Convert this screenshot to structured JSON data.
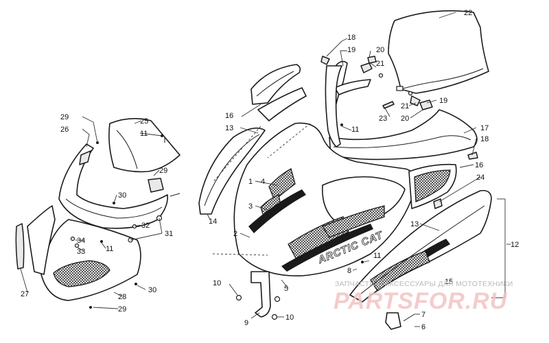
{
  "diagram": {
    "callouts": [
      {
        "id": "c22",
        "label": "22"
      },
      {
        "id": "c18a",
        "label": "18"
      },
      {
        "id": "c19a",
        "label": "19"
      },
      {
        "id": "c20a",
        "label": "20"
      },
      {
        "id": "c21a",
        "label": "21"
      },
      {
        "id": "c21b",
        "label": "21"
      },
      {
        "id": "c19b",
        "label": "19"
      },
      {
        "id": "c20b",
        "label": "20"
      },
      {
        "id": "c23",
        "label": "23"
      },
      {
        "id": "c11a",
        "label": "11"
      },
      {
        "id": "c16a",
        "label": "16"
      },
      {
        "id": "c13a",
        "label": "13"
      },
      {
        "id": "c17",
        "label": "17"
      },
      {
        "id": "c18b",
        "label": "18"
      },
      {
        "id": "c16b",
        "label": "16"
      },
      {
        "id": "c24",
        "label": "24"
      },
      {
        "id": "c1",
        "label": "1"
      },
      {
        "id": "c4",
        "label": "4"
      },
      {
        "id": "c3",
        "label": "3"
      },
      {
        "id": "c14",
        "label": "14"
      },
      {
        "id": "c2",
        "label": "2"
      },
      {
        "id": "c13b",
        "label": "13"
      },
      {
        "id": "c12",
        "label": "12"
      },
      {
        "id": "c11b",
        "label": "11"
      },
      {
        "id": "c8",
        "label": "8"
      },
      {
        "id": "c5",
        "label": "5"
      },
      {
        "id": "c15",
        "label": "15"
      },
      {
        "id": "c10a",
        "label": "10"
      },
      {
        "id": "c9",
        "label": "9"
      },
      {
        "id": "c10b",
        "label": "10"
      },
      {
        "id": "c7",
        "label": "7"
      },
      {
        "id": "c6",
        "label": "6"
      },
      {
        "id": "c29a",
        "label": "29"
      },
      {
        "id": "c26",
        "label": "26"
      },
      {
        "id": "c25",
        "label": "25"
      },
      {
        "id": "c11c",
        "label": "11"
      },
      {
        "id": "c29b",
        "label": "29"
      },
      {
        "id": "c30a",
        "label": "30"
      },
      {
        "id": "c32",
        "label": "32"
      },
      {
        "id": "c31",
        "label": "31"
      },
      {
        "id": "c34",
        "label": "34"
      },
      {
        "id": "c33",
        "label": "33"
      },
      {
        "id": "c11d",
        "label": "11"
      },
      {
        "id": "c27",
        "label": "27"
      },
      {
        "id": "c28",
        "label": "28"
      },
      {
        "id": "c30b",
        "label": "30"
      },
      {
        "id": "c29c",
        "label": "29"
      }
    ],
    "side_panel_brand": "ARCTIC CAT"
  },
  "watermark": {
    "subtitle": "ЗАПЧАСТИ И АКСЕССУАРЫ ДЛЯ МОТОТЕХНИКИ",
    "site": "PARTSFOR.RU"
  },
  "colors": {
    "line": "#1a1a1a",
    "watermark_red": "#f3c4c4",
    "watermark_grey": "#b9b9b9"
  }
}
